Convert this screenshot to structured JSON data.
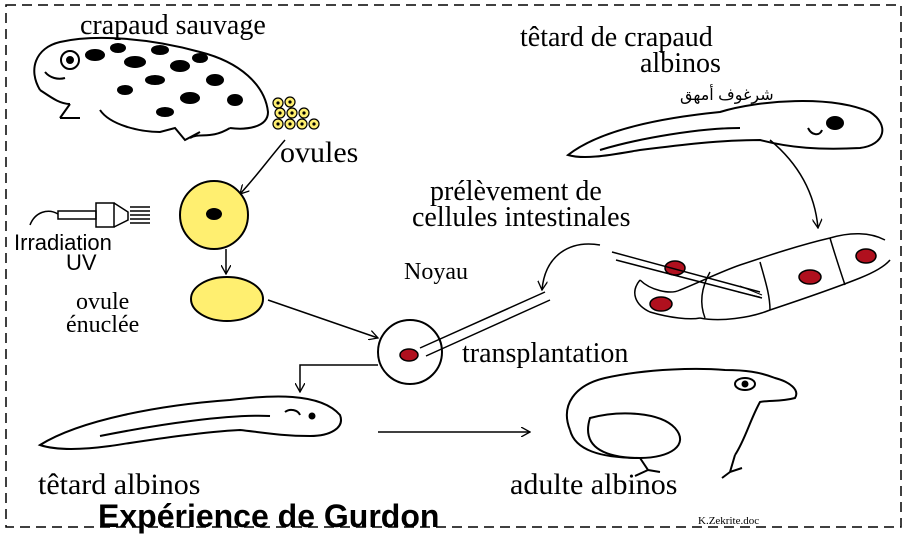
{
  "labels": {
    "wild_toad": "crapaud sauvage",
    "albino_tadpole": "têtard  de crapaud",
    "albino_tadpole_2": "albinos",
    "arabic_caption": "شرغوف أمهق",
    "ovules": "ovules",
    "sampling_1": "prélèvement de",
    "sampling_2": "cellules intestinales",
    "irradiation": "Irradiation",
    "uv": "UV",
    "nucleus": "Noyau",
    "enucleated_1": "ovule",
    "enucleated_2": "énuclée",
    "transplant": "transplantation",
    "tadpole_result": "têtard  albinos",
    "adult_result": "adulte  albinos",
    "title": "Expérience de Gurdon",
    "credit": "K.Zekrite.doc"
  },
  "colors": {
    "egg_yellow": "#ffef70",
    "nucleus_red": "#b0101e",
    "outline": "#000000"
  }
}
